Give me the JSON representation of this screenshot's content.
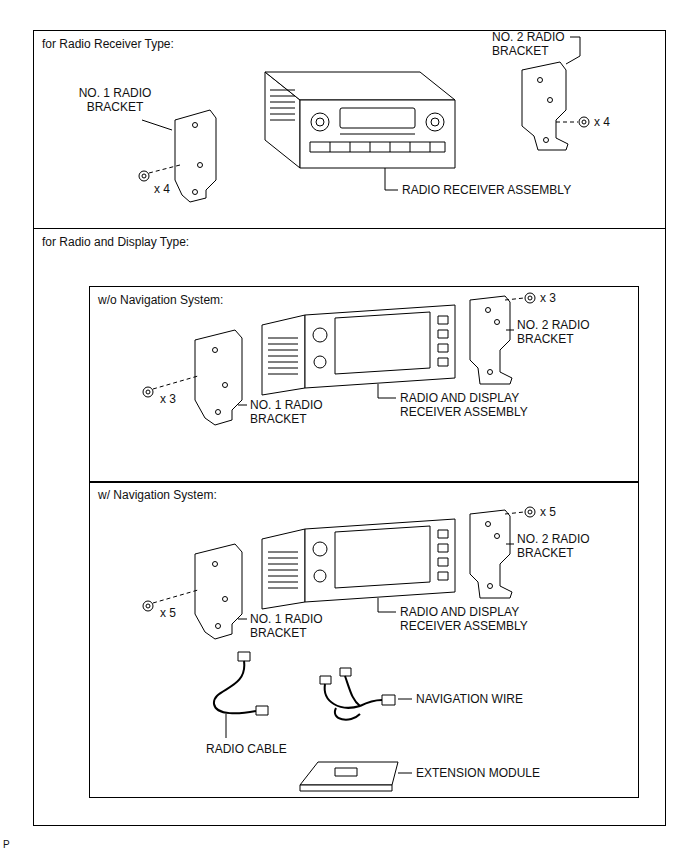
{
  "diagram": {
    "nodes": [
      {
        "text": [
          "for Radio Receiver Type:"
        ]
      },
      {
        "text": [
          "for Radio and Display Type:"
        ]
      },
      {
        "text": [
          "w/o Navigation System:"
        ],
        "in": 1
      },
      {
        "text": [
          "w/ Navigation System:"
        ],
        "in": 1
      }
    ],
    "labels": [
      "NO. 2 RADIO BRACKET",
      "x 4",
      "NO. 1 RADIO BRACKET",
      "x 4",
      "RADIO RECEIVER ASSEMBLY",
      "x 3",
      "NO. 2 RADIO BRACKET",
      "x 3",
      "NO. 1 RADIO BRACKET",
      "RADIO AND DISPLAY RECEIVER ASSEMBLY",
      "x 5",
      "NO. 2 RADIO BRACKET",
      "x 5",
      "NO. 1 RADIO BRACKET",
      "RADIO AND DISPLAY RECEIVER ASSEMBLY",
      "NAVIGATION WIRE",
      "RADIO CABLE",
      "EXTENSION MODULE",
      "P"
    ]
  }
}
